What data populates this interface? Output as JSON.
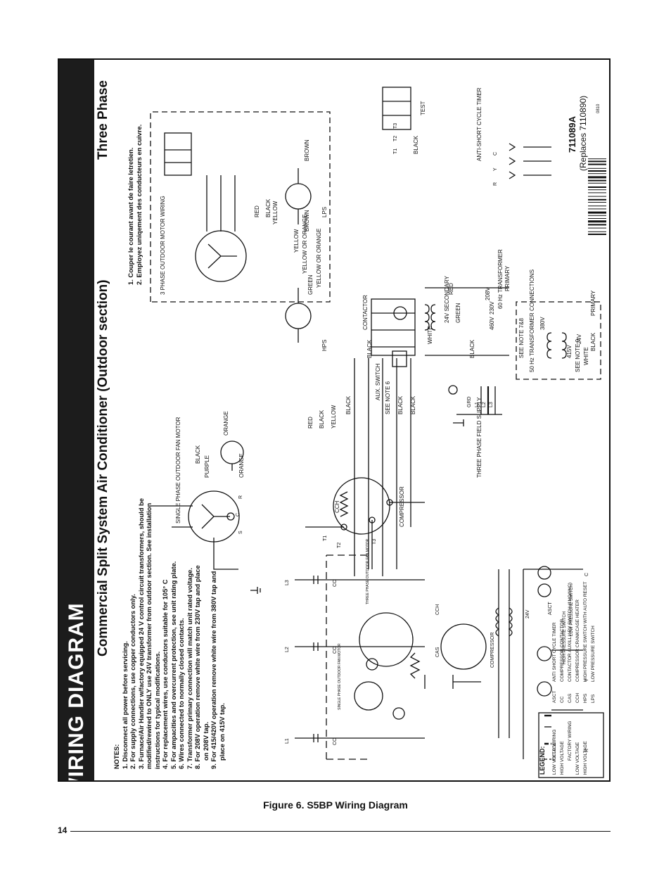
{
  "header": {
    "title": "WIRING DIAGRAM",
    "subtitle": "Commercial Split System Air Conditioner (Outdoor section)",
    "phase": "Three Phase"
  },
  "notes": {
    "heading": "NOTES:",
    "items": [
      "1. Disconnect all power before servicing.",
      "2. For supply connections, use copper conductors only.",
      "3. Furnace/Air Handler w/factory equipped 24 V control circuit transformers, should be",
      "modified/rewired to ONLY use 24V transformer from outdoor section. See installation",
      "instructions for typical modifications.",
      "4. For replacement wires, use conductors suitable for 105° C",
      "5. For ampacities and overcurrent protection, see unit rating plate.",
      "6. Wires connected to normally closed contacts.",
      "7. Transformer primary connection will match unit rated voltage.",
      "8. For 208V operation remove white wire from 230V tap and place",
      "on 208V tap.",
      "9. For 415/420V operation remove white wire from 380V tap and",
      "place on 415V tap."
    ]
  },
  "warnings": [
    "1. Couper le courant avant de faire letretien.",
    "2. Employez uniqement des conducteurs en cuivre."
  ],
  "part": {
    "number": "711089A",
    "replaces": "(Replaces 7110890)",
    "revision": "0810"
  },
  "legend": {
    "title": "LEGEND:",
    "wiring": [
      [
        "LOW VOLTAGE",
        "FIELD WIRING"
      ],
      [
        "HIGH VOLTAGE",
        ""
      ],
      [
        "",
        "FACTORY WIRING"
      ],
      [
        "LOW VOLTAGE",
        ""
      ],
      [
        "HIGH VOLTAGE",
        ""
      ]
    ],
    "abbreviations": [
      [
        "ASCT",
        "ANTI SHORT CYCLE TIMER"
      ],
      [
        "CC",
        "COMPRESSOR CONTACTOR"
      ],
      [
        "CAS",
        "CONTACTOR AUXILLIARY SWITCH (1NO/1NC)"
      ],
      [
        "CCH",
        "COMPRESSOR CRANKCASE HEATER"
      ],
      [
        "HPS",
        "HIGH PRESSURE SWITCH WITH AUTO RESET"
      ],
      [
        "LPS",
        "LOW PRESSURE SWITCH"
      ]
    ]
  },
  "labels": {
    "fan_motor": "SINGLE PHASE OUTDOOR FAN MOTOR",
    "fan_motor_3ph": "3 PHASE OUTDOOR MOTOR WIRING",
    "compressor": "COMPRESSOR",
    "contactor": "CONTACTOR",
    "aux_switch": "AUX. SWITCH",
    "see_note6": "SEE NOTE 6",
    "see_note78": "SEE NOTE 7&8",
    "see_note9": "SEE NOTE 9",
    "transformer_60": "60 Hz TRANSFORMER",
    "transformer_50": "50 Hz TRANSFORMER CONNECTIONS",
    "field_supply": "THREE PHASE FIELD SUPPLY",
    "ascto": "ANTI-SHORT CYCLE TIMER",
    "test": "TEST",
    "secondary": "24V SECONDARY",
    "primary": "PRIMARY",
    "hps": "HPS",
    "lps": "LPS",
    "cch": "CCH",
    "v24": "24V",
    "v208": "208V",
    "v230": "230V",
    "v460": "460V",
    "v380": "380V",
    "v415": "415V",
    "grd": "GRD",
    "l1": "L1",
    "l2": "L2",
    "l3": "L3",
    "t1": "T1",
    "t2": "T2",
    "t3": "T3",
    "R": "R",
    "Y": "Y",
    "C": "C",
    "S": "S",
    "wires": {
      "black": "BLACK",
      "purple": "PURPLE",
      "orange": "ORANGE",
      "red": "RED",
      "yellow": "YELLOW",
      "green": "GREEN",
      "white": "WHITE",
      "brown": "BROWN",
      "yellow_orange": "YELLOW OR ORANGE"
    },
    "schematic": {
      "cc": "CC",
      "cas": "CAS",
      "asct": "ASCT",
      "compressor": "COMPRESSOR",
      "fan3": "THREE PHASE OUTDOOR FAN MOTOR",
      "fan1": "SINGLE PHASE OUTDOOR FAN MOTOR",
      "high_ps": "HIGH PRESSURE SWITCH",
      "low_ps": "LOW PRESSURE SWITCH"
    }
  },
  "footer": {
    "caption": "Figure 6. S5BP Wiring Diagram",
    "page_number": "14"
  }
}
